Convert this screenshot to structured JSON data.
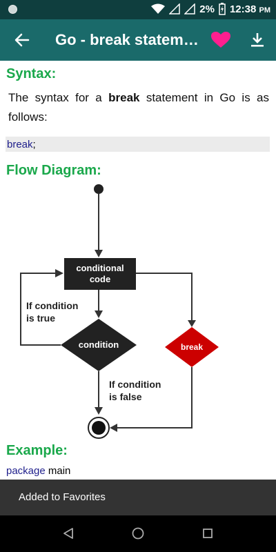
{
  "status_bar": {
    "battery": "2%",
    "time": "12:38",
    "time_suffix": "PM"
  },
  "app_bar": {
    "title": "Go - break statement"
  },
  "content": {
    "syntax_heading": "Syntax:",
    "syntax_text_before": "The syntax for a ",
    "syntax_text_bold": "break",
    "syntax_text_after": " statement in Go is as follows:",
    "code_keyword": "break",
    "code_semicolon": ";",
    "flow_heading": "Flow Diagram:",
    "diagram": {
      "box_line1": "conditional",
      "box_line2": "code",
      "true_line1": "If condition",
      "true_line2": "is true",
      "decision": "condition",
      "break": "break",
      "false_line1": "If condition",
      "false_line2": "is false"
    },
    "example_heading": "Example:",
    "example_keyword": "package",
    "example_rest": " main"
  },
  "snackbar": {
    "message": "Added to Favorites"
  },
  "colors": {
    "appbar": "#1a6a6a",
    "statusbar": "#0f3e3e",
    "heading": "#1aa84b",
    "heart": "#ff1f8f",
    "break_diamond": "#cc0000"
  }
}
